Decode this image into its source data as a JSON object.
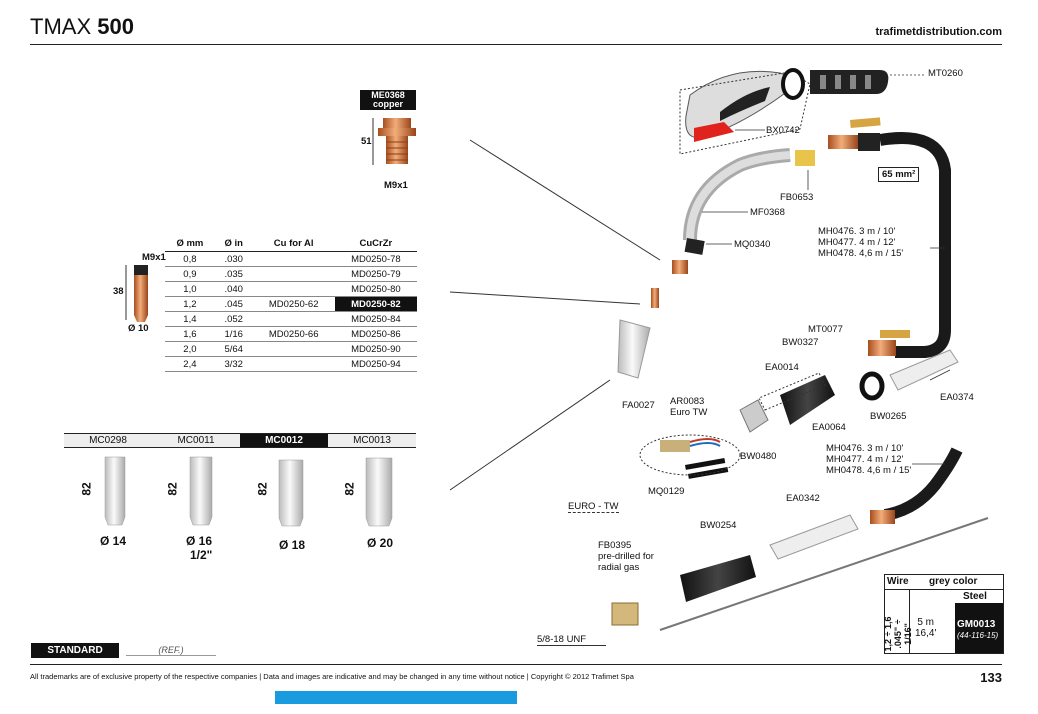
{
  "header": {
    "title_light": "TMAX",
    "title_bold": "500",
    "website": "trafimetdistribution.com"
  },
  "adapter": {
    "code": "ME0368",
    "material": "copper",
    "height": "51",
    "thread": "M9x1"
  },
  "tip_side": {
    "thread": "M9x1",
    "length": "38",
    "diameter": "Ø 10"
  },
  "tip_table": {
    "headers": [
      "Ø mm",
      "Ø in",
      "Cu for Al",
      "CuCrZr"
    ],
    "rows": [
      [
        "0,8",
        ".030",
        "",
        "MD0250-78"
      ],
      [
        "0,9",
        ".035",
        "",
        "MD0250-79"
      ],
      [
        "1,0",
        ".040",
        "",
        "MD0250-80"
      ],
      [
        "1,2",
        ".045",
        "MD0250-62",
        "MD0250-82"
      ],
      [
        "1,4",
        ".052",
        "",
        "MD0250-84"
      ],
      [
        "1,6",
        "1/16",
        "MD0250-66",
        "MD0250-86"
      ],
      [
        "2,0",
        "5/64",
        "",
        "MD0250-90"
      ],
      [
        "2,4",
        "3/32",
        "",
        "MD0250-94"
      ]
    ]
  },
  "nozzles": [
    {
      "code": "MC0298",
      "length": "82",
      "diameter": "Ø 14",
      "extra": ""
    },
    {
      "code": "MC0011",
      "length": "82",
      "diameter": "Ø 16",
      "extra": "1/2\""
    },
    {
      "code": "MC0012",
      "length": "82",
      "diameter": "Ø 18",
      "extra": ""
    },
    {
      "code": "MC0013",
      "length": "82",
      "diameter": "Ø 20",
      "extra": ""
    }
  ],
  "labels": {
    "mt0260": "MT0260",
    "bx0742": "BX0742",
    "fb0653": "FB0653",
    "mf0368": "MF0368",
    "mq0340": "MQ0340",
    "section": "65 mm²",
    "cable1": [
      "MH0476. 3 m / 10'",
      "MH0477. 4 m / 12'",
      "MH0478. 4,6 m / 15'"
    ],
    "cable2": [
      "MH0476. 3 m / 10'",
      "MH0477. 4 m / 12'",
      "MH0478. 4,6 m / 15'"
    ],
    "mt0077": "MT0077",
    "bw0327": "BW0327",
    "ea0014": "EA0014",
    "ea0374": "EA0374",
    "bw0265": "BW0265",
    "ea0064": "EA0064",
    "fa0027": "FA0027",
    "ar0083": "AR0083",
    "eurotw": "Euro TW",
    "bw0480": "BW0480",
    "mq0129": "MQ0129",
    "euro_tw2": "EURO - TW",
    "ea0342": "EA0342",
    "bw0254": "BW0254",
    "fb0395": [
      "FB0395",
      "pre-drilled for",
      "radial gas"
    ],
    "unf": "5/8-18 UNF"
  },
  "wire_table": {
    "wire": "Wire",
    "grey": "grey color",
    "steel": "Steel",
    "size": "1,2 ÷ 1,6",
    "size_in": ".045\" ÷ 1/16\"",
    "len": "5 m",
    "len_ft": "16,4'",
    "code": "GM0013",
    "sub": "(44-116-15)"
  },
  "standard": {
    "label": "STANDARD",
    "ref": "(REF.)"
  },
  "footer": {
    "text": "All trademarks are of exclusive property of the respective companies  |  Data and images are indicative and may be changed in any time without notice  |  Copyright © 2012 Trafimet Spa",
    "page": "133"
  },
  "colors": {
    "accent_blue": "#1a9be0",
    "copper": "#d9824a"
  }
}
